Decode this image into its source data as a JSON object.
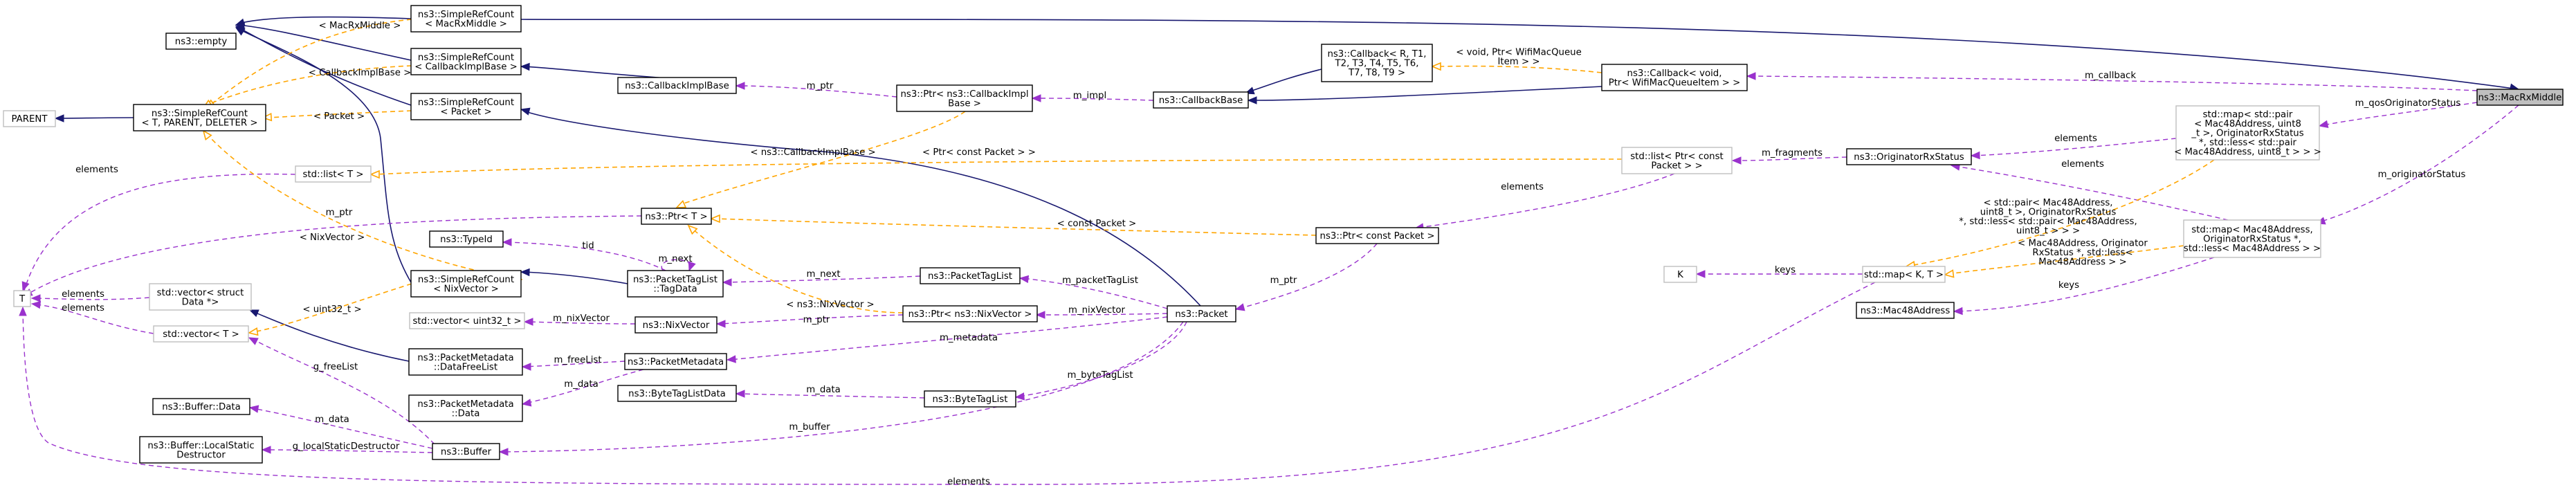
{
  "nodes": [
    {
      "id": "macrxmiddle",
      "lines": [
        "ns3::MacRxMiddle"
      ]
    },
    {
      "id": "callback_void",
      "lines": [
        "ns3::Callback< void,",
        "Ptr< WifiMacQueueItem > >"
      ]
    },
    {
      "id": "callback_r",
      "lines": [
        "ns3::Callback< R, T1,",
        "T2, T3, T4, T5, T6,",
        "T7, T8, T9 >"
      ]
    },
    {
      "id": "callbackbase",
      "lines": [
        "ns3::CallbackBase"
      ]
    },
    {
      "id": "ptr_cbimpl",
      "lines": [
        "ns3::Ptr< ns3::CallbackImpl",
        "Base >"
      ]
    },
    {
      "id": "cbimplbase",
      "lines": [
        "ns3::CallbackImplBase"
      ]
    },
    {
      "id": "src_macrx",
      "lines": [
        "ns3::SimpleRefCount",
        "< MacRxMiddle >"
      ]
    },
    {
      "id": "empty",
      "lines": [
        "ns3::empty"
      ]
    },
    {
      "id": "src_cbimpl",
      "lines": [
        "ns3::SimpleRefCount",
        "< CallbackImplBase >"
      ]
    },
    {
      "id": "src_packet",
      "lines": [
        "ns3::SimpleRefCount",
        "< Packet >"
      ]
    },
    {
      "id": "src_t",
      "lines": [
        "ns3::SimpleRefCount",
        "< T, PARENT, DELETER >"
      ]
    },
    {
      "id": "parent",
      "lines": [
        "PARENT"
      ]
    },
    {
      "id": "list_t",
      "lines": [
        "std::list< T >"
      ]
    },
    {
      "id": "t",
      "lines": [
        "T"
      ]
    },
    {
      "id": "ptr_t",
      "lines": [
        "ns3::Ptr< T >"
      ]
    },
    {
      "id": "typeid",
      "lines": [
        "ns3::TypeId"
      ]
    },
    {
      "id": "tagdata",
      "lines": [
        "ns3::PacketTagList",
        "::TagData"
      ]
    },
    {
      "id": "vec_struct",
      "lines": [
        "std::vector< struct",
        "Data *>"
      ]
    },
    {
      "id": "vec_t",
      "lines": [
        "std::vector< T >"
      ]
    },
    {
      "id": "src_nixvector",
      "lines": [
        "ns3::SimpleRefCount",
        "< NixVector >"
      ]
    },
    {
      "id": "vec_uint32",
      "lines": [
        "std::vector< uint32_t >"
      ]
    },
    {
      "id": "nixvector",
      "lines": [
        "ns3::NixVector"
      ]
    },
    {
      "id": "pm_datafreelist",
      "lines": [
        "ns3::PacketMetadata",
        "::DataFreeList"
      ]
    },
    {
      "id": "packetmetadata",
      "lines": [
        "ns3::PacketMetadata"
      ]
    },
    {
      "id": "pm_data",
      "lines": [
        "ns3::PacketMetadata",
        "::Data"
      ]
    },
    {
      "id": "bytetaglistdata",
      "lines": [
        "ns3::ByteTagListData"
      ]
    },
    {
      "id": "buffer_data",
      "lines": [
        "ns3::Buffer::Data"
      ]
    },
    {
      "id": "buffer_lsd",
      "lines": [
        "ns3::Buffer::LocalStatic",
        "Destructor"
      ]
    },
    {
      "id": "buffer",
      "lines": [
        "ns3::Buffer"
      ]
    },
    {
      "id": "packettaglist",
      "lines": [
        "ns3::PacketTagList"
      ]
    },
    {
      "id": "ptr_nixvector",
      "lines": [
        "ns3::Ptr< ns3::NixVector >"
      ]
    },
    {
      "id": "bytetaglist",
      "lines": [
        "ns3::ByteTagList"
      ]
    },
    {
      "id": "packet",
      "lines": [
        "ns3::Packet"
      ]
    },
    {
      "id": "ptr_const_packet",
      "lines": [
        "ns3::Ptr< const Packet >"
      ]
    },
    {
      "id": "list_ptr_const_packet",
      "lines": [
        "std::list< Ptr< const",
        "Packet > >"
      ]
    },
    {
      "id": "originatorrxstatus",
      "lines": [
        "ns3::OriginatorRxStatus"
      ]
    },
    {
      "id": "map_pair",
      "lines": [
        "std::map< std::pair",
        "< Mac48Address, uint8",
        "_t >, OriginatorRxStatus",
        "*, std::less< std::pair",
        "< Mac48Address, uint8_t > > >"
      ]
    },
    {
      "id": "map_mac48",
      "lines": [
        "std::map< Mac48Address,",
        "OriginatorRxStatus *,",
        "std::less< Mac48Address > >"
      ]
    },
    {
      "id": "map_kt",
      "lines": [
        "std::map< K, T >"
      ]
    },
    {
      "id": "k",
      "lines": [
        "K"
      ]
    },
    {
      "id": "mac48address",
      "lines": [
        "ns3::Mac48Address"
      ]
    }
  ],
  "edges": [
    {
      "id": "m_callback",
      "label": [
        "m_callback"
      ]
    },
    {
      "id": "m_qosoriginatorstatus",
      "label": [
        "m_qosOriginatorStatus"
      ]
    },
    {
      "id": "m_originatorstatus",
      "label": [
        "m_originatorStatus"
      ]
    },
    {
      "id": "void_ptr_wifi",
      "label": [
        "< void, Ptr< WifiMacQueue",
        "Item > >"
      ]
    },
    {
      "id": "m_impl",
      "label": [
        "m_impl"
      ]
    },
    {
      "id": "m_ptr_cbimpl",
      "label": [
        "m_ptr"
      ]
    },
    {
      "id": "macrxmiddle_tpl",
      "label": [
        "< MacRxMiddle >"
      ]
    },
    {
      "id": "callbackimplbase_tpl",
      "label": [
        "< CallbackImplBase >"
      ]
    },
    {
      "id": "packet_tpl",
      "label": [
        "< Packet >"
      ]
    },
    {
      "id": "elements_list_t",
      "label": [
        "elements"
      ]
    },
    {
      "id": "ns3_cbimplbase_tpl",
      "label": [
        "< ns3::CallbackImplBase >"
      ]
    },
    {
      "id": "ptr_const_packet_tpl",
      "label": [
        "< Ptr< const Packet > >"
      ]
    },
    {
      "id": "m_ptr_t",
      "label": [
        "m_ptr"
      ]
    },
    {
      "id": "nixvector_tpl",
      "label": [
        "< NixVector >"
      ]
    },
    {
      "id": "tid",
      "label": [
        "tid"
      ]
    },
    {
      "id": "m_next_self",
      "label": [
        "m_next"
      ]
    },
    {
      "id": "m_next",
      "label": [
        "m_next"
      ]
    },
    {
      "id": "ns3_nixvector_tpl",
      "label": [
        "< ns3::NixVector >"
      ]
    },
    {
      "id": "const_packet_tpl",
      "label": [
        "< const Packet >"
      ]
    },
    {
      "id": "elements_vec_struct",
      "label": [
        "elements"
      ]
    },
    {
      "id": "elements_vec_t",
      "label": [
        "elements"
      ]
    },
    {
      "id": "uint32_tpl",
      "label": [
        "< uint32_t >"
      ]
    },
    {
      "id": "m_nixvector",
      "label": [
        "m_nixVector"
      ]
    },
    {
      "id": "m_ptr_nix",
      "label": [
        "m_ptr"
      ]
    },
    {
      "id": "g_freelist",
      "label": [
        "g_freeList"
      ]
    },
    {
      "id": "m_freelist",
      "label": [
        "m_freeList"
      ]
    },
    {
      "id": "m_data_pm",
      "label": [
        "m_data"
      ]
    },
    {
      "id": "m_metadata",
      "label": [
        "m_metadata"
      ]
    },
    {
      "id": "m_packettaglist",
      "label": [
        "m_packetTagList"
      ]
    },
    {
      "id": "m_nixvector2",
      "label": [
        "m_nixVector"
      ]
    },
    {
      "id": "m_data_btl",
      "label": [
        "m_data"
      ]
    },
    {
      "id": "m_bytetaglist",
      "label": [
        "m_byteTagList"
      ]
    },
    {
      "id": "m_data_buf",
      "label": [
        "m_data"
      ]
    },
    {
      "id": "g_localstaticdestructor",
      "label": [
        "g_localStaticDestructor"
      ]
    },
    {
      "id": "m_buffer",
      "label": [
        "m_buffer"
      ]
    },
    {
      "id": "m_ptr_packet",
      "label": [
        "m_ptr"
      ]
    },
    {
      "id": "elements_ptrconst",
      "label": [
        "elements"
      ]
    },
    {
      "id": "m_fragments",
      "label": [
        "m_fragments"
      ]
    },
    {
      "id": "elements_map_pair",
      "label": [
        "elements"
      ]
    },
    {
      "id": "elements_map_mac48",
      "label": [
        "elements"
      ]
    },
    {
      "id": "pair_tpl",
      "label": [
        "< std::pair< Mac48Address,",
        "uint8_t >, OriginatorRxStatus",
        "*, std::less< std::pair< Mac48Address,",
        "uint8_t > > >"
      ]
    },
    {
      "id": "mac48_tpl",
      "label": [
        "< Mac48Address, Originator",
        "RxStatus *, std::less<",
        "Mac48Address > >"
      ]
    },
    {
      "id": "keys_k",
      "label": [
        "keys"
      ]
    },
    {
      "id": "keys_mac48",
      "label": [
        "keys"
      ]
    },
    {
      "id": "elements_bottom",
      "label": [
        "elements"
      ]
    }
  ]
}
